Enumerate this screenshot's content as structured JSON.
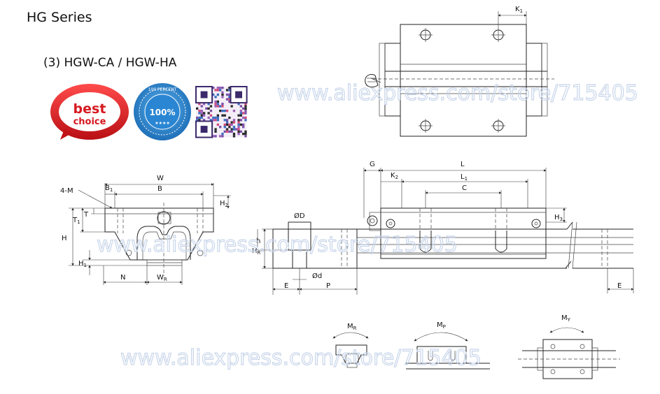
{
  "header": {
    "series_title": "HG Series",
    "model_title": "(3) HGW-CA / HGW-HA"
  },
  "badges": {
    "best_choice_line1": "best",
    "best_choice_line2": "choice",
    "percent_main": "100%",
    "percent_ring": "100 PERCENT",
    "percent_stars": "★★★★",
    "best_color": "#d71920",
    "percent_color": "#1e7fc8"
  },
  "watermark": {
    "text": "www.aliexpress.com/store/715405"
  },
  "labels": {
    "K1": "K",
    "K1_sub": "1",
    "four_M": "4-M",
    "B1": "B",
    "B1_sub": "1",
    "W": "W",
    "B": "B",
    "T1": "T",
    "T1_sub": "1",
    "T": "T",
    "H": "H",
    "H1": "H",
    "H1_sub": "1",
    "H2": "H",
    "H2_sub": "2",
    "N": "N",
    "WR": "W",
    "WR_sub": "R",
    "G": "G",
    "L": "L",
    "K2": "K",
    "K2_sub": "2",
    "L1": "L",
    "L1_sub": "1",
    "C": "C",
    "H3": "H",
    "H3_sub": "3",
    "phiD": "ØD",
    "h": "h",
    "HR": "H",
    "HR_sub": "R",
    "phid": "Ød",
    "E_left": "E",
    "P": "P",
    "E_right": "E",
    "MR": "M",
    "MR_sub": "R",
    "MP": "M",
    "MP_sub": "P",
    "MY": "M",
    "MY_sub": "Y"
  }
}
